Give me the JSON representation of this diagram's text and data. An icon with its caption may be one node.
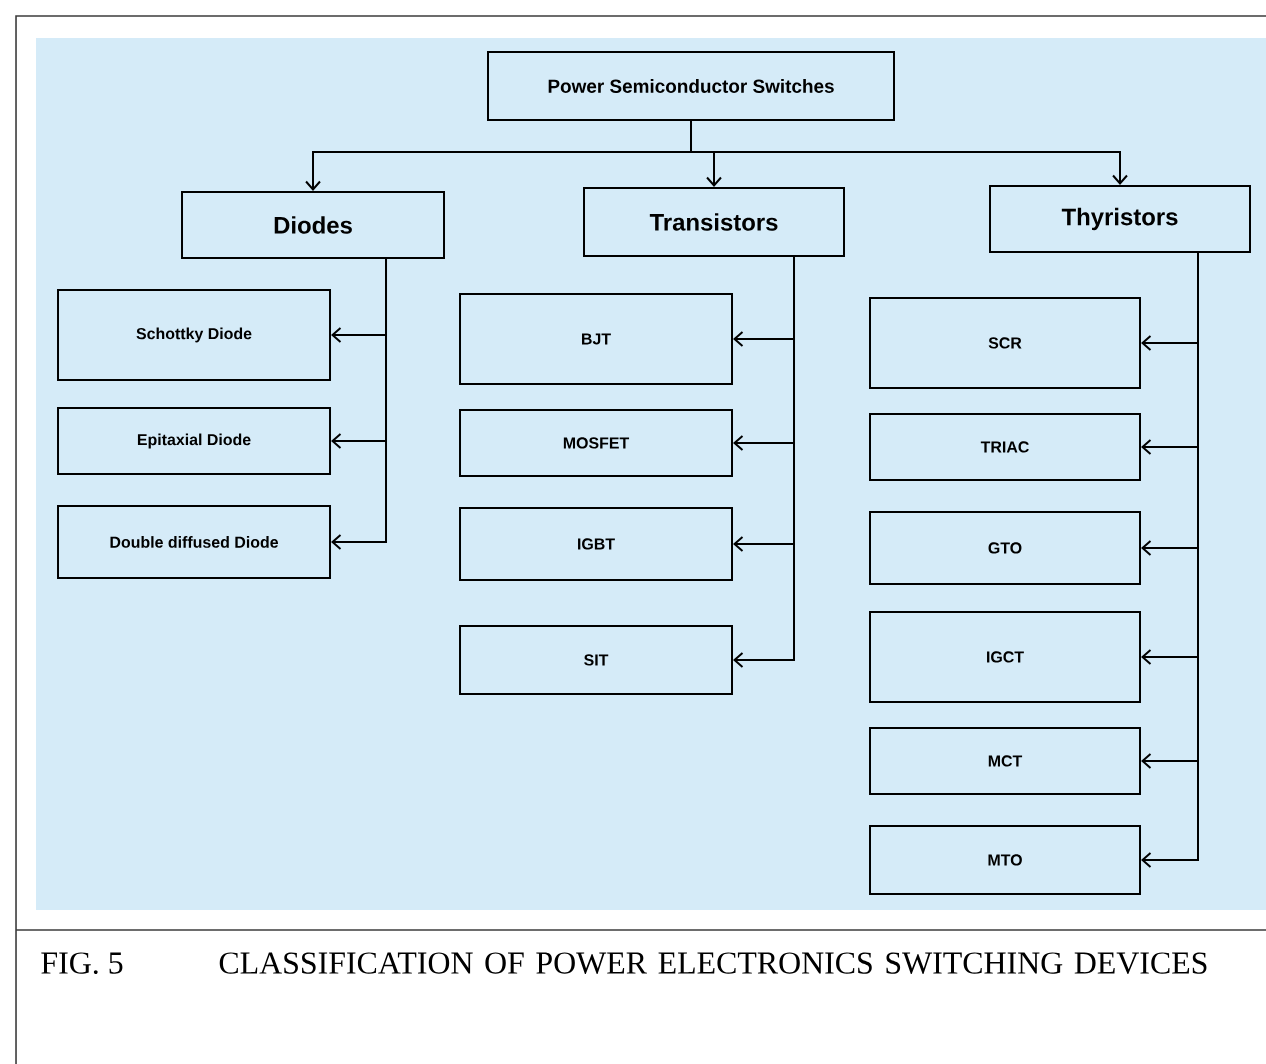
{
  "diagram": {
    "caption": "CLASSIFICATION OF POWER ELECTRONICS SWITCHING DEVICES",
    "nodes": [
      {
        "text": [
          "Power Semiconductor Switches"
        ]
      },
      {
        "text": [
          "Diodes"
        ]
      },
      {
        "text": [
          "Transistors"
        ]
      },
      {
        "text": [
          "Thyristors"
        ]
      },
      {
        "text": [
          "Schottky Diode"
        ]
      },
      {
        "text": [
          "Epitaxial Diode"
        ]
      },
      {
        "text": [
          "Double diffused Diode"
        ]
      },
      {
        "text": [
          "BJT"
        ]
      },
      {
        "text": [
          "MOSFET"
        ]
      },
      {
        "text": [
          "IGBT"
        ]
      },
      {
        "text": [
          "SIT"
        ]
      },
      {
        "text": [
          "SCR"
        ]
      },
      {
        "text": [
          "TRIAC"
        ]
      },
      {
        "text": [
          "GTO"
        ]
      },
      {
        "text": [
          "IGCT"
        ]
      },
      {
        "text": [
          "MCT"
        ]
      },
      {
        "text": [
          "MTO"
        ]
      }
    ],
    "edges": [
      {
        "from": 0,
        "to": 1,
        "arrow": "to"
      },
      {
        "from": 0,
        "to": 2,
        "arrow": "to"
      },
      {
        "from": 0,
        "to": 3,
        "arrow": "to"
      },
      {
        "from": 1,
        "to": 4,
        "arrow": "to"
      },
      {
        "from": 1,
        "to": 5,
        "arrow": "to"
      },
      {
        "from": 1,
        "to": 6,
        "arrow": "to"
      },
      {
        "from": 2,
        "to": 7,
        "arrow": "to"
      },
      {
        "from": 2,
        "to": 8,
        "arrow": "to"
      },
      {
        "from": 2,
        "to": 9,
        "arrow": "to"
      },
      {
        "from": 2,
        "to": 10,
        "arrow": "to"
      },
      {
        "from": 3,
        "to": 11,
        "arrow": "to"
      },
      {
        "from": 3,
        "to": 12,
        "arrow": "to"
      },
      {
        "from": 3,
        "to": 13,
        "arrow": "to"
      },
      {
        "from": 3,
        "to": 14,
        "arrow": "to"
      },
      {
        "from": 3,
        "to": 15,
        "arrow": "to"
      },
      {
        "from": 3,
        "to": 16,
        "arrow": "to"
      }
    ],
    "labels": [
      "FIG. 5"
    ]
  }
}
